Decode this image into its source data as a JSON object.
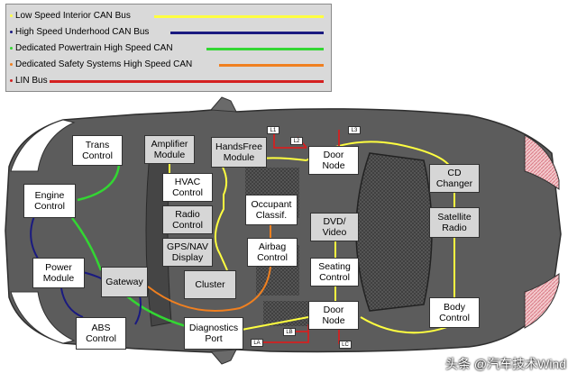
{
  "legend": {
    "items": [
      {
        "label": "Low Speed Interior CAN Bus",
        "color": "#ffff40"
      },
      {
        "label": "High Speed Underhood CAN Bus",
        "color": "#1a1a80"
      },
      {
        "label": "Dedicated Powertrain High Speed CAN",
        "color": "#33d633"
      },
      {
        "label": "Dedicated Safety Systems High Speed CAN",
        "color": "#f08020"
      },
      {
        "label": "LIN Bus",
        "color": "#d42020"
      }
    ]
  },
  "modules": {
    "trans_control": "Trans\nControl",
    "engine_control": "Engine\nControl",
    "power_module": "Power\nModule",
    "abs_control": "ABS\nControl",
    "gateway": "Gateway",
    "amplifier_module": "Amplifier\nModule",
    "handsfree_module": "HandsFree\nModule",
    "hvac_control": "HVAC\nControl",
    "radio_control": "Radio\nControl",
    "gps_nav_display": "GPS/NAV\nDisplay",
    "cluster": "Cluster",
    "diagnostics_port": "Diagnostics\nPort",
    "occupant_classif": "Occupant\nClassif.",
    "airbag_control": "Airbag\nControl",
    "door_node_front": "Door\nNode",
    "door_node_rear": "Door\nNode",
    "dvd_video": "DVD/\nVideo",
    "seating_control": "Seating\nControl",
    "cd_changer": "CD\nChanger",
    "satellite_radio": "Satellite\nRadio",
    "body_control": "Body\nControl"
  },
  "lin_tags": {
    "l1": "L1",
    "l2": "L2",
    "l3": "L3",
    "la": "LA",
    "lb": "LB",
    "lc": "LC"
  },
  "watermark": "头条 @汽车技术Wind"
}
